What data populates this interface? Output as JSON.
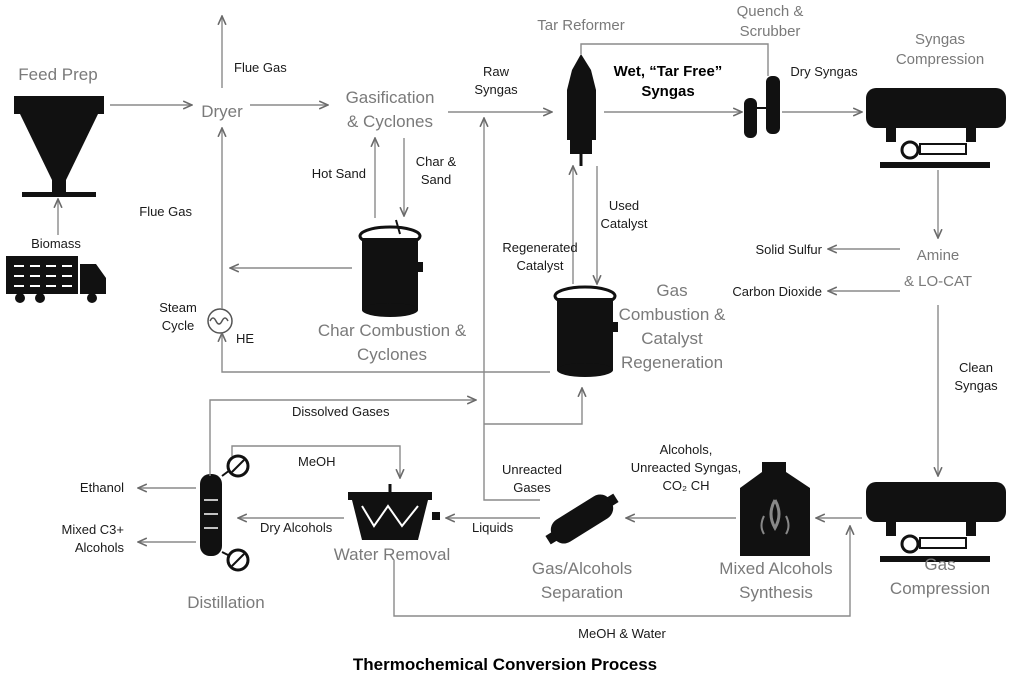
{
  "title": "Thermochemical Conversion Process",
  "units": {
    "feed_prep": "Feed Prep",
    "biomass": "Biomass",
    "dryer": "Dryer",
    "gasification": [
      "Gasification",
      "& Cyclones"
    ],
    "tar_reformer": "Tar Reformer",
    "quench": [
      "Quench &",
      "Scrubber"
    ],
    "syngas_compression": [
      "Syngas",
      "Compression"
    ],
    "char_combustion": [
      "Char Combustion &",
      "Cyclones"
    ],
    "gas_combustion": [
      "Gas",
      "Combustion &",
      "Catalyst",
      "Regeneration"
    ],
    "amine": [
      "Amine",
      "& LO-CAT"
    ],
    "gas_compression": [
      "Gas",
      "Compression"
    ],
    "mixed_alcohols": [
      "Mixed Alcohols",
      "Synthesis"
    ],
    "separation": [
      "Gas/Alcohols",
      "Separation"
    ],
    "water_removal": "Water Removal",
    "distillation": "Distillation"
  },
  "streams": {
    "flue_gas_top": "Flue Gas",
    "flue_gas_left": "Flue Gas",
    "raw_syngas": [
      "Raw",
      "Syngas"
    ],
    "wet_syngas": [
      "Wet, “Tar Free”",
      "Syngas"
    ],
    "dry_syngas": "Dry Syngas",
    "hot_sand": "Hot Sand",
    "char_sand": [
      "Char &",
      "Sand"
    ],
    "used_catalyst": [
      "Used",
      "Catalyst"
    ],
    "regenerated_catalyst": [
      "Regenerated",
      "Catalyst"
    ],
    "steam_cycle": [
      "Steam",
      "Cycle"
    ],
    "he": "HE",
    "solid_sulfur": "Solid Sulfur",
    "carbon_dioxide": "Carbon Dioxide",
    "clean_syngas": [
      "Clean",
      "Syngas"
    ],
    "dissolved_gases": "Dissolved Gases",
    "meoh": "MeOH",
    "unreacted_gases": [
      "Unreacted",
      "Gases"
    ],
    "alcohols_stream": [
      "Alcohols,",
      "Unreacted Syngas,",
      "CO₂ CH"
    ],
    "liquids": "Liquids",
    "dry_alcohols": "Dry Alcohols",
    "ethanol": "Ethanol",
    "mixed_c3": [
      "Mixed C3+",
      "Alcohols"
    ],
    "meoh_water": "MeOH & Water"
  }
}
